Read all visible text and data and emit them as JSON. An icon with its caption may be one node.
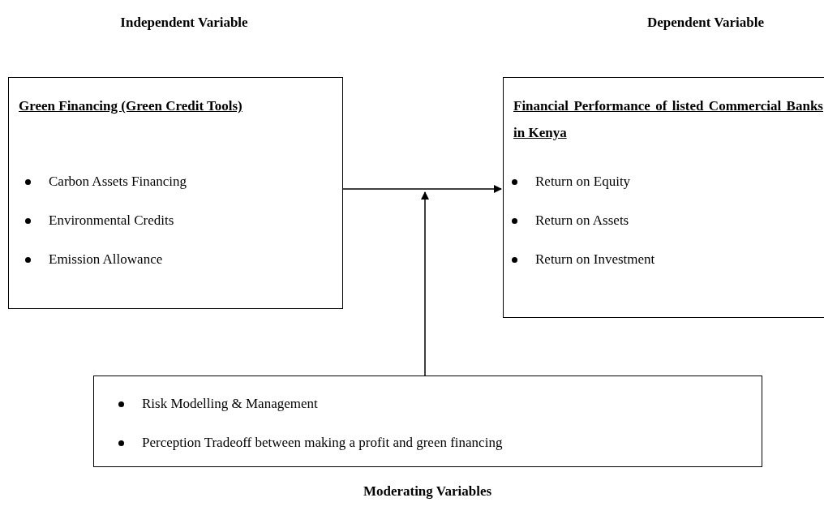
{
  "diagram": {
    "nodes": [
      {
        "text": [
          "Green Financing (Green Credit Tools)",
          "Carbon Assets Financing",
          "Environmental Credits",
          "Emission Allowance"
        ]
      },
      {
        "text": [
          "Financial Performance of listed Commercial Banks in Kenya",
          "Return on Equity",
          "Return on Assets",
          "Return on Investment"
        ]
      },
      {
        "text": [
          "Risk Modelling & Management",
          "Perception Tradeoff between making a profit and green financing"
        ]
      }
    ],
    "edges": [
      {
        "from": 0,
        "to": 1,
        "arrow": "to"
      },
      {
        "from": 2,
        "to": null,
        "arrow": "to"
      }
    ],
    "labels": [
      "Independent Variable",
      "Dependent Variable",
      "Moderating Variables"
    ]
  }
}
